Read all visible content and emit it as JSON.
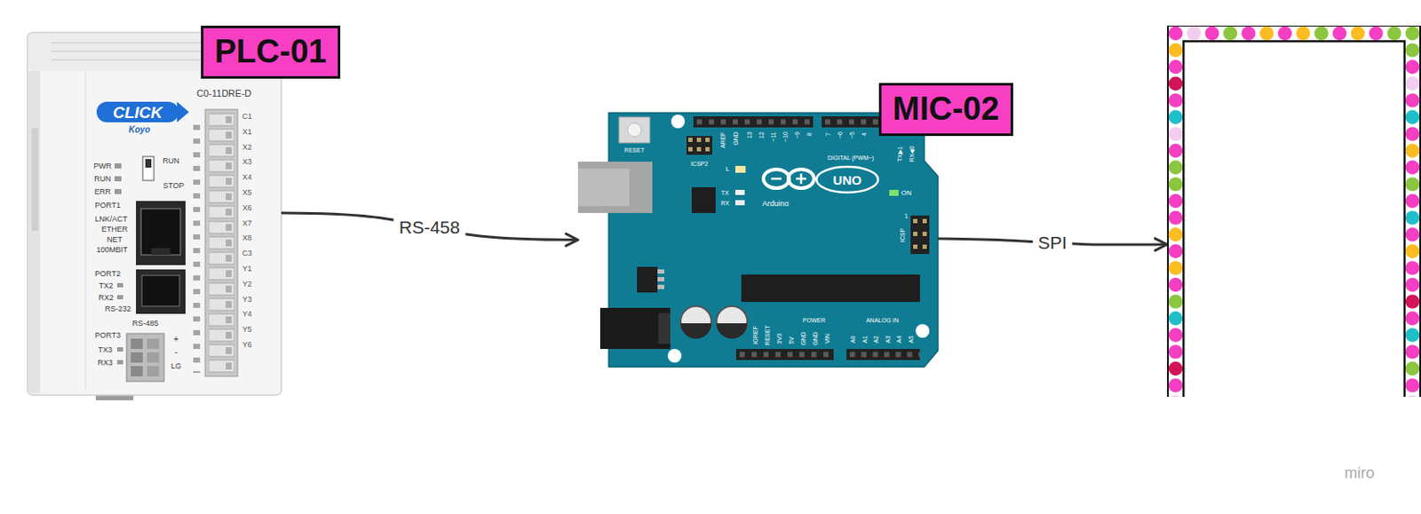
{
  "diagram": {
    "nodes": [
      {
        "text": [
          "PLC-01"
        ]
      },
      {
        "text": [
          "MIC-02"
        ]
      },
      {
        "text": []
      }
    ],
    "edges": [
      {
        "from": 0,
        "to": 1,
        "label": "RS-458",
        "arrow": "to"
      },
      {
        "from": 1,
        "to": 2,
        "label": "SPI",
        "arrow": "to"
      }
    ],
    "labels": [
      "CLICK",
      "Koyo",
      "C0-11DRE-D",
      "PWR",
      "RUN",
      "ERR",
      "RUN",
      "STOP",
      "PORT1",
      "LNK/ACT",
      "ETHER",
      "NET",
      "100MBIT",
      "PORT2",
      "TX2",
      "RX2",
      "RS-232",
      "RS-485",
      "PORT3",
      "TX3",
      "RX3",
      "+",
      "-",
      "LG",
      "C1",
      "X1",
      "X2",
      "X3",
      "X4",
      "X5",
      "X6",
      "X7",
      "X8",
      "C3",
      "Y1",
      "Y2",
      "Y3",
      "Y4",
      "Y5",
      "Y6",
      "RESET",
      "ICSP2",
      "AREF",
      "GND",
      "13",
      "12",
      "~11",
      "~10",
      "~9",
      "8",
      "7",
      "~6",
      "~5",
      "4",
      "TX▶1",
      "RX◀0",
      "DIGITAL (PWM~)",
      "L",
      "TX",
      "RX",
      "Arduino",
      "UNO",
      "ON",
      "ICSP",
      "1",
      "IOREF",
      "RESET",
      "3V3",
      "5V",
      "GND",
      "GND",
      "VIN",
      "POWER",
      "ANALOG IN",
      "A0",
      "A1",
      "A2",
      "A3",
      "A4",
      "A5",
      "miro"
    ]
  }
}
